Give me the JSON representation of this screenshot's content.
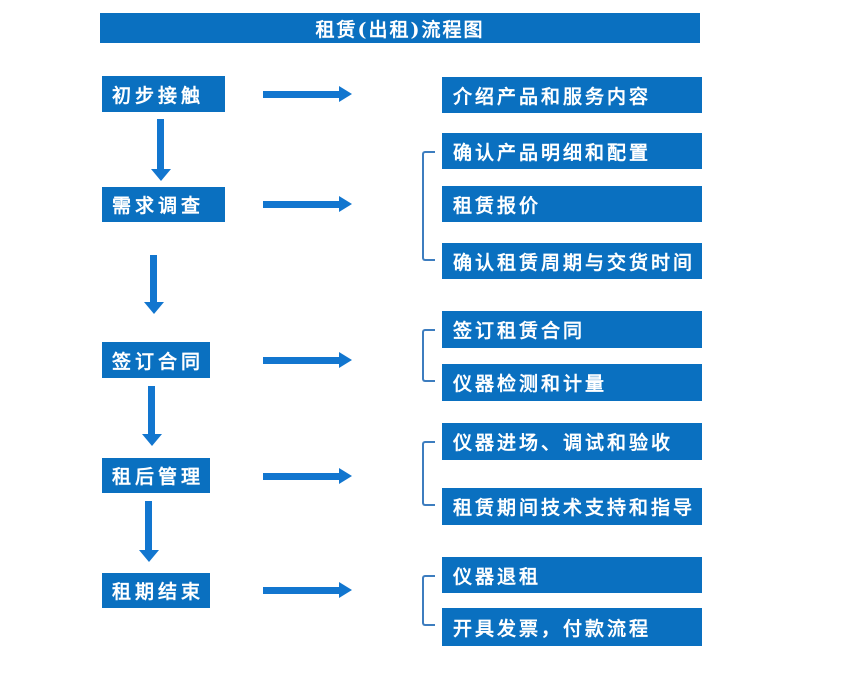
{
  "colors": {
    "box_blue": "#0a70c0",
    "arrow_blue": "#1276cf",
    "bracket_blue": "#3d7dbf",
    "text_white": "#ffffff"
  },
  "title": "租赁(出租)流程图",
  "flow": {
    "steps": [
      {
        "label": "初步接触",
        "children": [
          "介绍产品和服务内容"
        ]
      },
      {
        "label": "需求调查",
        "children": [
          "确认产品明细和配置",
          "租赁报价",
          "确认租赁周期与交货时间"
        ]
      },
      {
        "label": "签订合同",
        "children": [
          "签订租赁合同",
          "仪器检测和计量"
        ]
      },
      {
        "label": "租后管理",
        "children": [
          "仪器进场、调试和验收",
          "租赁期间技术支持和指导"
        ]
      },
      {
        "label": "租期结束",
        "children": [
          "仪器退租",
          "开具发票，付款流程"
        ]
      }
    ]
  }
}
